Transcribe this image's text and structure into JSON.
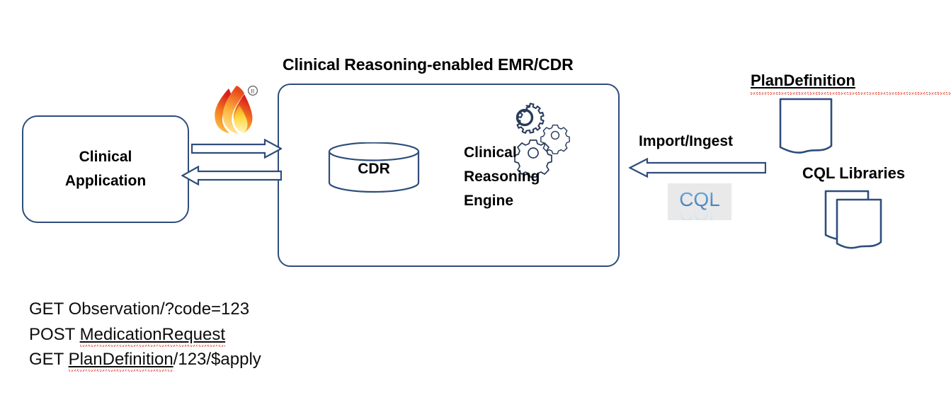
{
  "diagram": {
    "title_emr": "Clinical Reasoning-enabled EMR/CDR",
    "boxes": {
      "clinical_application": "Clinical\nApplication",
      "cdr": "CDR",
      "clinical_reasoning_engine": "Clinical\nReasoning\nEngine"
    },
    "labels": {
      "import_ingest": "Import/Ingest",
      "plan_definition": "PlanDefinition",
      "cql_libraries": "CQL Libraries",
      "cql_logo_text": "CQL"
    },
    "api_calls": [
      {
        "method": "GET",
        "resource": "Observation",
        "suffix": "/?code=123",
        "misspelled": false
      },
      {
        "method": "POST",
        "resource": "MedicationRequest",
        "suffix": "",
        "misspelled": true
      },
      {
        "method": "GET",
        "resource": "PlanDefinition",
        "suffix": "/123/$apply",
        "misspelled": true
      }
    ],
    "icons": {
      "fhir_flame": "fhir-flame-icon",
      "gears": "gears-icon",
      "cdr_cylinder": "database-cylinder-icon",
      "plan_definition_doc": "document-icon",
      "cql_libraries_docs": "stacked-documents-icon",
      "arrow_request": "right-block-arrow-icon",
      "arrow_response": "left-block-arrow-icon",
      "arrow_import": "left-block-arrow-icon"
    },
    "colors": {
      "outline_navy": "#2E4D7B",
      "text_black": "#000000",
      "cql_blue": "#4E90CF",
      "cql_bg_gray": "#E9E9E9",
      "spellcheck_red": "#E03B2B",
      "flame_red": "#E02020",
      "flame_orange": "#F59A1E",
      "flame_yellow": "#FFE14D"
    }
  }
}
